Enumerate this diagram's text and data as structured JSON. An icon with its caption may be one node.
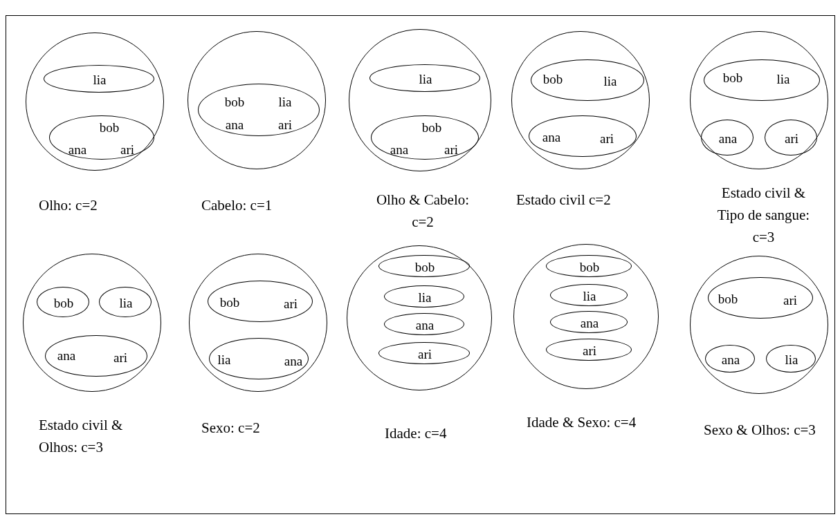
{
  "diagram": {
    "nodes": [
      {
        "text": [
          "Olho: c=2"
        ]
      },
      {
        "text": [
          "lia"
        ],
        "in": 0
      },
      {
        "text": [
          "bob",
          "ana",
          "ari"
        ],
        "in": 0
      },
      {
        "text": [
          "Cabelo: c=1"
        ]
      },
      {
        "text": [
          "bob",
          "lia",
          "ana",
          "ari"
        ],
        "in": 3
      },
      {
        "text": [
          "Olho & Cabelo: c=2"
        ]
      },
      {
        "text": [
          "lia"
        ],
        "in": 5
      },
      {
        "text": [
          "bob",
          "ana",
          "ari"
        ],
        "in": 5
      },
      {
        "text": [
          "Estado civil c=2"
        ]
      },
      {
        "text": [
          "bob",
          "lia"
        ],
        "in": 8
      },
      {
        "text": [
          "ana",
          "ari"
        ],
        "in": 8
      },
      {
        "text": [
          "Estado civil & Tipo de sangue: c=3"
        ]
      },
      {
        "text": [
          "bob",
          "lia"
        ],
        "in": 11
      },
      {
        "text": [
          "ana"
        ],
        "in": 11
      },
      {
        "text": [
          "ari"
        ],
        "in": 11
      },
      {
        "text": [
          "Estado civil & Olhos: c=3"
        ]
      },
      {
        "text": [
          "bob"
        ],
        "in": 15
      },
      {
        "text": [
          "lia"
        ],
        "in": 15
      },
      {
        "text": [
          "ana",
          "ari"
        ],
        "in": 15
      },
      {
        "text": [
          "Sexo: c=2"
        ]
      },
      {
        "text": [
          "bob",
          "ari"
        ],
        "in": 19
      },
      {
        "text": [
          "lia",
          "ana"
        ],
        "in": 19
      },
      {
        "text": [
          "Idade: c=4"
        ]
      },
      {
        "text": [
          "bob"
        ],
        "in": 22
      },
      {
        "text": [
          "lia"
        ],
        "in": 22
      },
      {
        "text": [
          "ana"
        ],
        "in": 22
      },
      {
        "text": [
          "ari"
        ],
        "in": 22
      },
      {
        "text": [
          "Idade & Sexo: c=4"
        ]
      },
      {
        "text": [
          "bob"
        ],
        "in": 27
      },
      {
        "text": [
          "lia"
        ],
        "in": 27
      },
      {
        "text": [
          "ana"
        ],
        "in": 27
      },
      {
        "text": [
          "ari"
        ],
        "in": 27
      },
      {
        "text": [
          "Sexo & Olhos: c=3"
        ]
      },
      {
        "text": [
          "bob",
          "ari"
        ],
        "in": 32
      },
      {
        "text": [
          "ana"
        ],
        "in": 32
      },
      {
        "text": [
          "lia"
        ],
        "in": 32
      }
    ]
  }
}
